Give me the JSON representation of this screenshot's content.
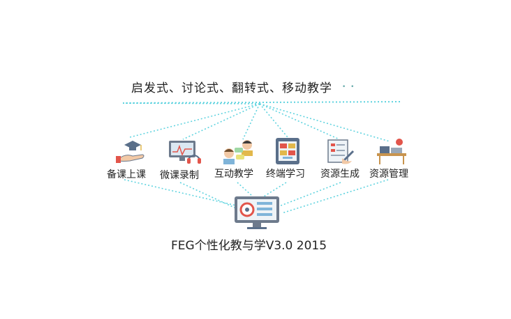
{
  "heading": "启发式、讨论式、翻转式、移动教学",
  "modules": [
    {
      "label": "备课上课"
    },
    {
      "label": "微课录制"
    },
    {
      "label": "互动教学"
    },
    {
      "label": "终端学习"
    },
    {
      "label": "资源生成"
    },
    {
      "label": "资源管理"
    }
  ],
  "footer": "FEG个性化教与学V3.0 2015",
  "colors": {
    "connector": "#5fd3df",
    "monitor_frame": "#6d7a8c",
    "accent": "#e2554b"
  }
}
